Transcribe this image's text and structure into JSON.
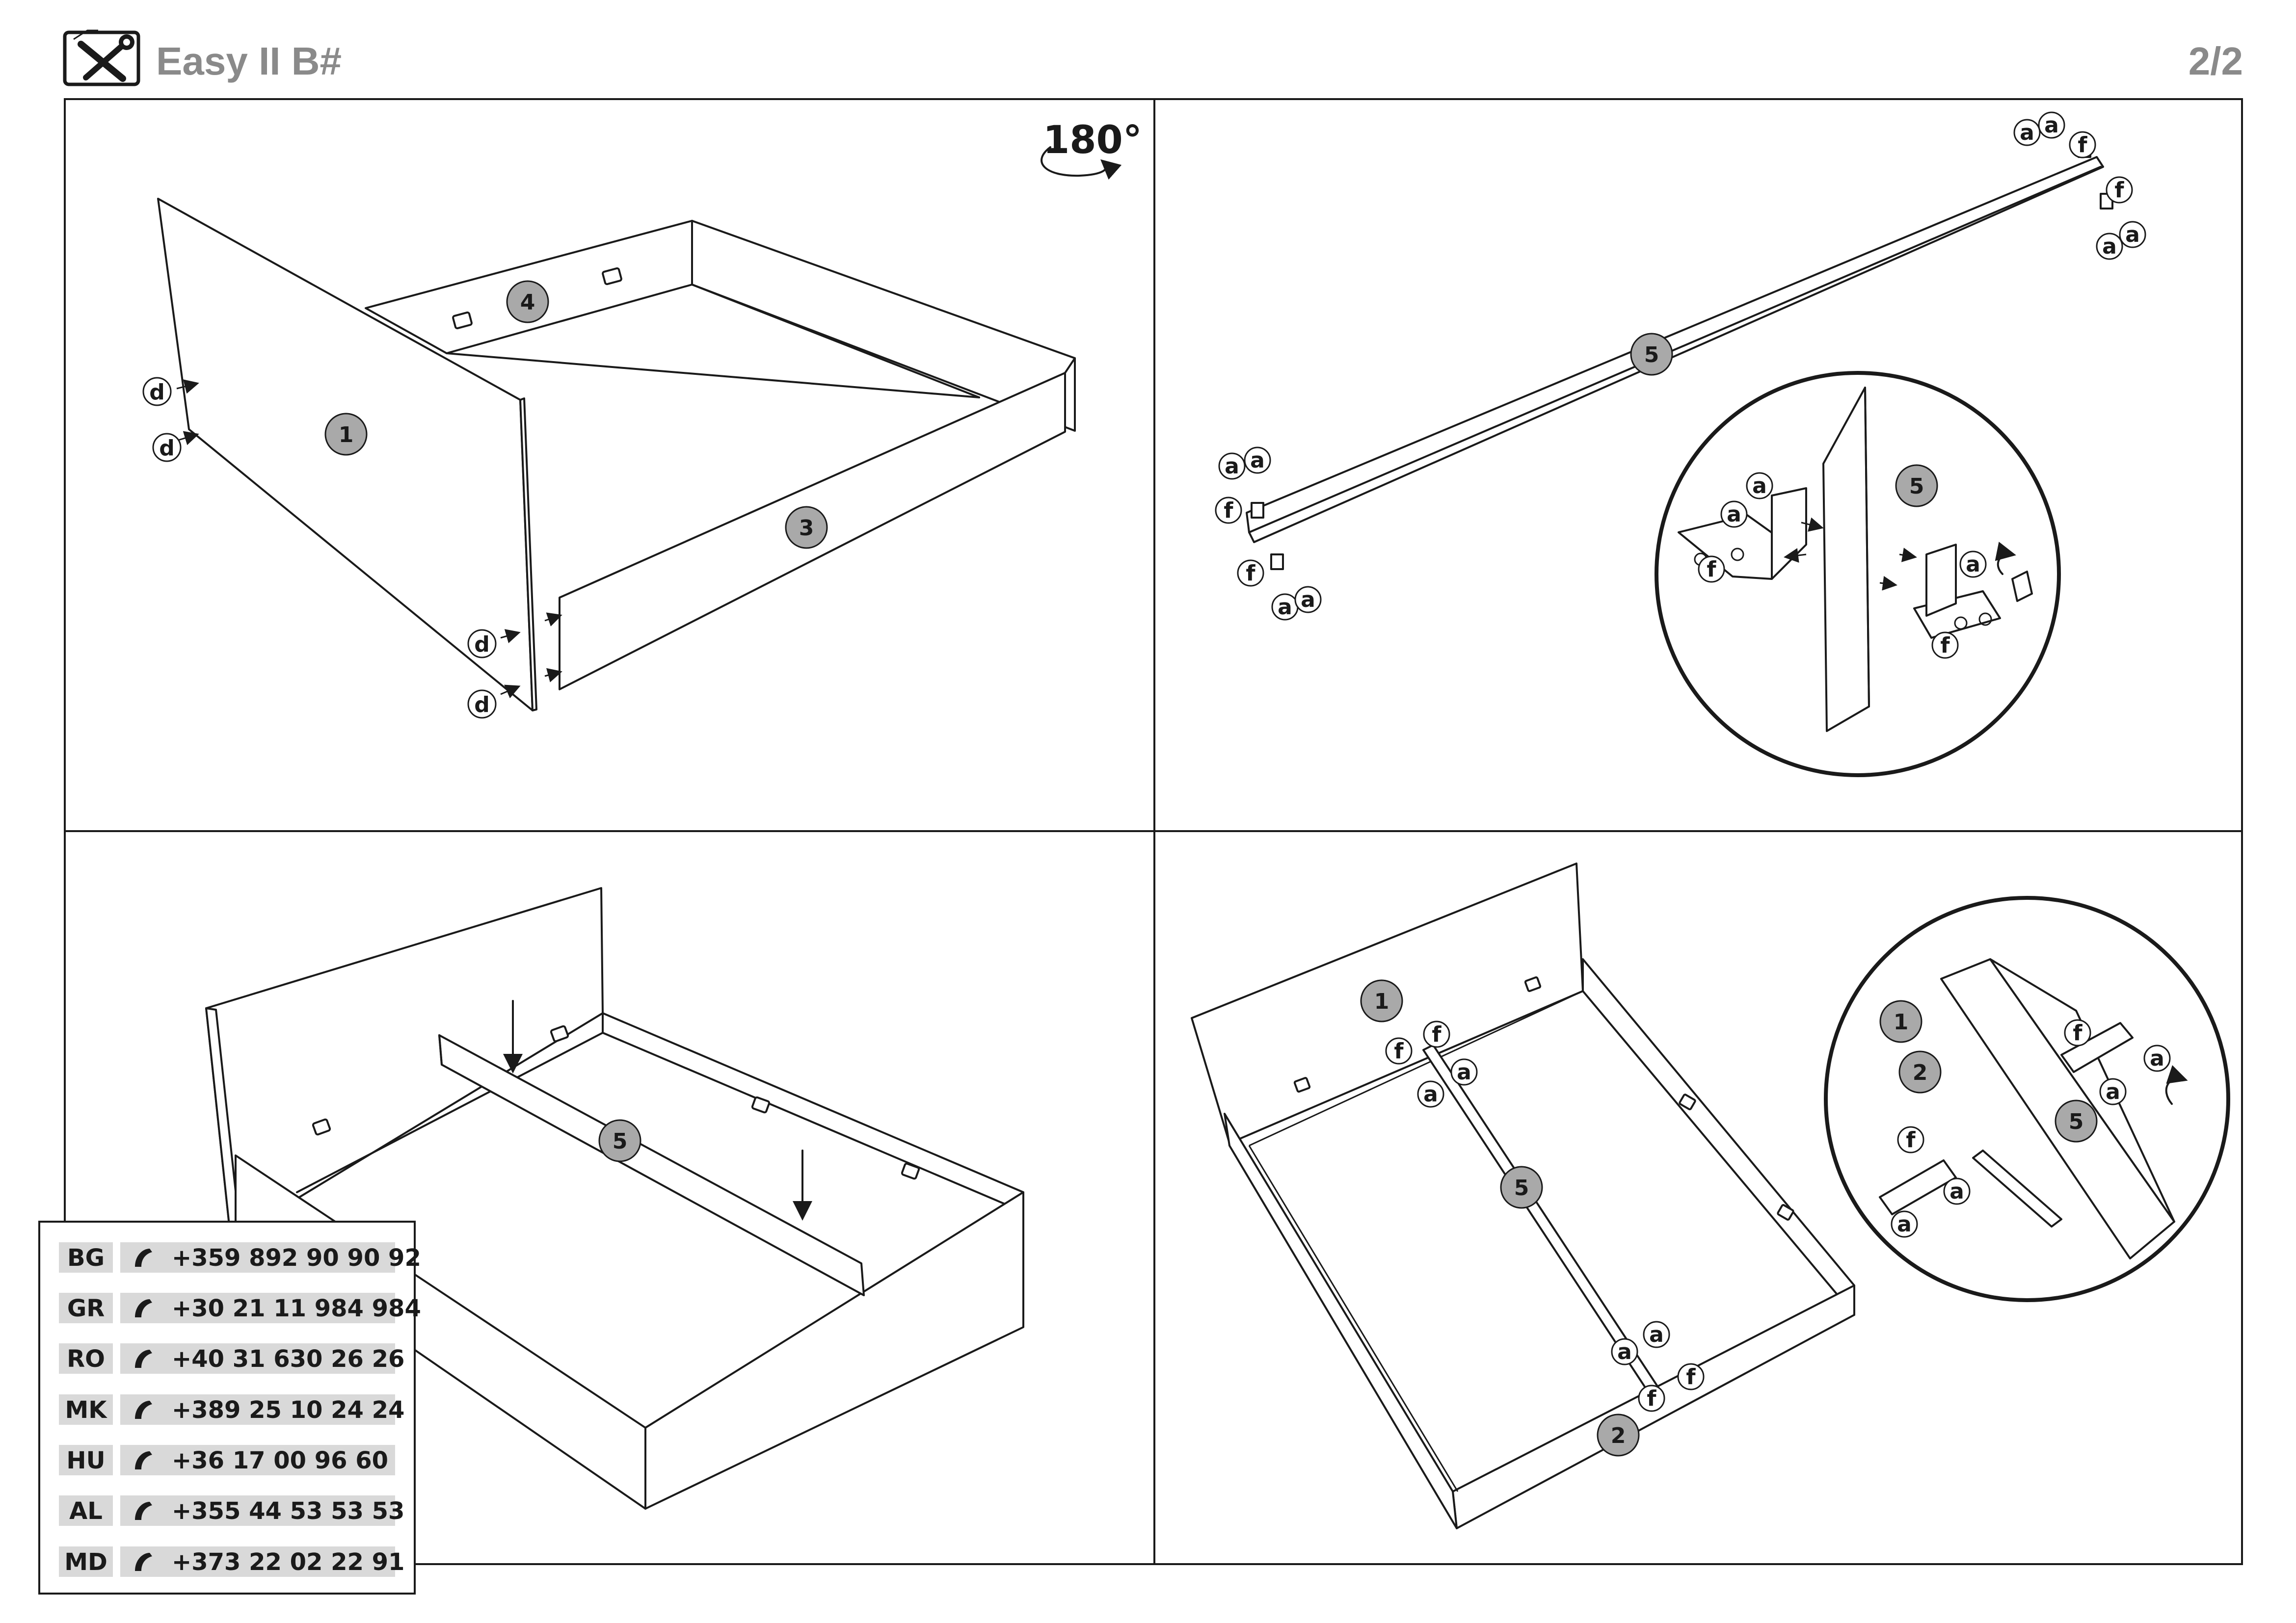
{
  "header": {
    "title": "Easy II B#",
    "page": "2/2",
    "icon": "tools-icon"
  },
  "step1": {
    "rotation": "180°",
    "panels": [
      "1",
      "3",
      "4"
    ],
    "fastener": "d"
  },
  "step2": {
    "panel": "5",
    "fasteners": [
      "a",
      "f"
    ]
  },
  "step3": {
    "panel": "5"
  },
  "step4": {
    "panels": [
      "1",
      "2",
      "5"
    ],
    "fasteners": [
      "a",
      "f"
    ]
  },
  "contacts": [
    {
      "country": "BG",
      "phone": "+359 892 90 90 92"
    },
    {
      "country": "GR",
      "phone": "+30 21 11 984 984"
    },
    {
      "country": "RO",
      "phone": "+40 31 630 26 26"
    },
    {
      "country": "MK",
      "phone": "+389 25 10 24 24"
    },
    {
      "country": "HU",
      "phone": "+36 17 00 96 60"
    },
    {
      "country": "AL",
      "phone": "+355 44 53 53 53"
    },
    {
      "country": "MD",
      "phone": "+373 22 02 22 91"
    }
  ],
  "colors": {
    "badge_fill": "#a9a9a9",
    "header_text": "#8a8a8a",
    "contact_band": "#d9d9d9"
  }
}
